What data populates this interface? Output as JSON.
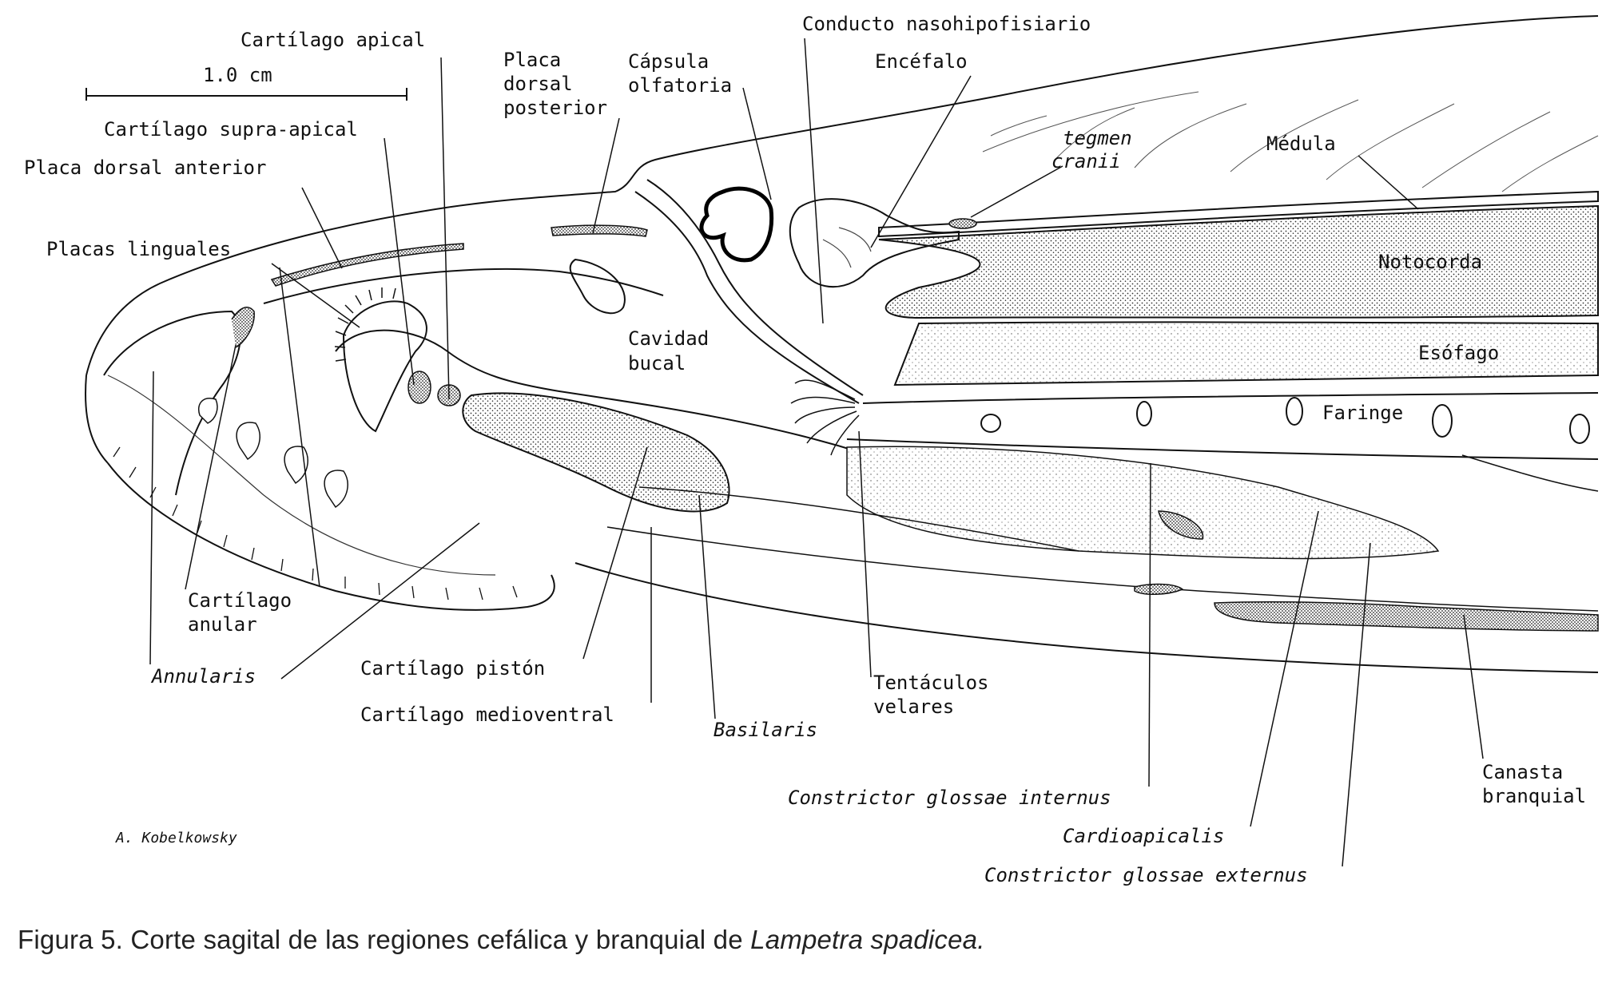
{
  "scale_bar": {
    "label": "1.0 cm"
  },
  "labels": {
    "cartilago_apical": "Cartílago apical",
    "cartilago_supra_apical": "Cartílago supra-apical",
    "placa_dorsal_anterior": "Placa dorsal anterior",
    "placas_linguales": "Placas linguales",
    "placa_dorsal_posterior": [
      "Placa",
      "dorsal",
      "posterior"
    ],
    "capsula_olfatoria": [
      "Cápsula",
      "olfatoria"
    ],
    "conducto_nasohipofisiario": "Conducto nasohipofisiario",
    "encefalo": "Encéfalo",
    "tegmen_cranii": [
      "tegmen",
      "cranii"
    ],
    "medula": "Médula",
    "notocorda": "Notocorda",
    "esofago": "Esófago",
    "faringe": "Faringe",
    "cavidad_bucal": [
      "Cavidad",
      "bucal"
    ],
    "cartilago_anular": [
      "Cartílago",
      "anular"
    ],
    "annularis": "Annularis",
    "cartilago_piston": "Cartílago pistón",
    "cartilago_medioventral": "Cartílago medioventral",
    "basilaris": "Basilaris",
    "tentaculos_velares": [
      "Tentáculos",
      "velares"
    ],
    "canasta_branquial": [
      "Canasta",
      "branquial"
    ],
    "constrictor_glossae_internus": "Constrictor glossae internus",
    "cardioapicalis": "Cardioapicalis",
    "constrictor_glossae_externus": "Constrictor glossae externus"
  },
  "credit": "A. Kobelkowsky",
  "caption": {
    "prefix": "Figura 5. Corte sagital de las regiones cefálica y branquial de ",
    "species": "Lampetra spadicea."
  }
}
